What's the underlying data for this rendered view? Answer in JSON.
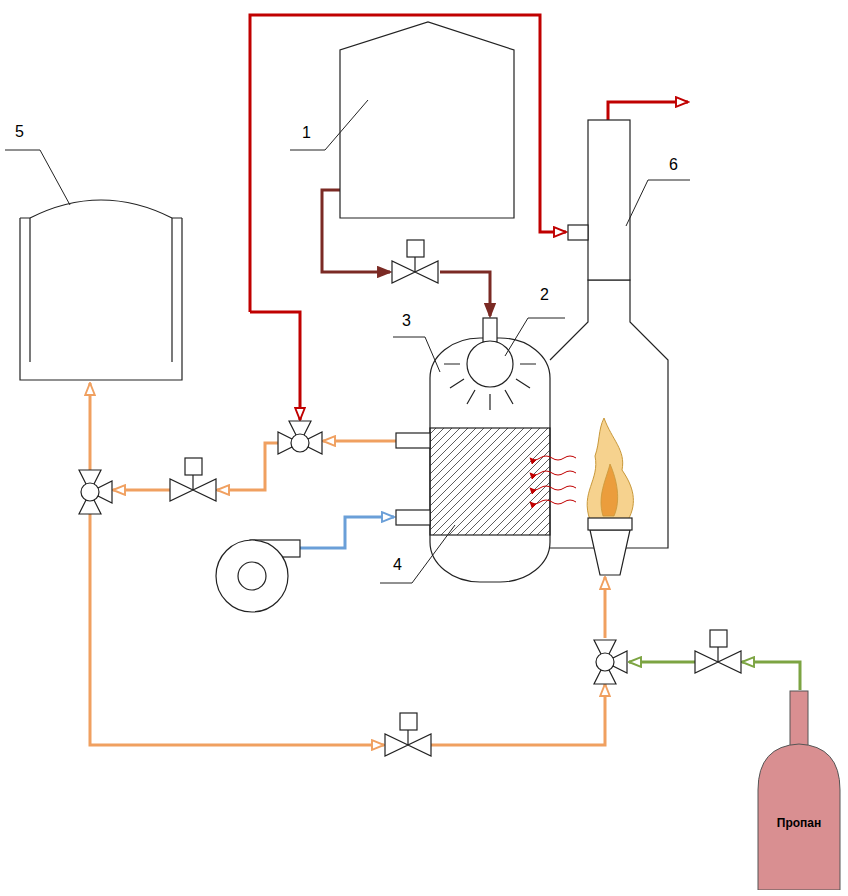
{
  "diagram": {
    "nodes": [
      {
        "text": [
          "Пропан"
        ]
      }
    ],
    "labels": [
      "1",
      "2",
      "3",
      "4",
      "5",
      "6"
    ]
  }
}
